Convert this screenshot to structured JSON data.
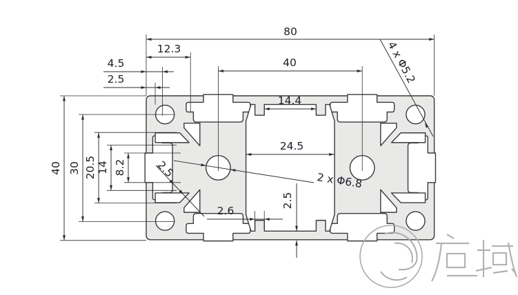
{
  "drawing": {
    "subject": "aluminum-extrusion-profile-cross-section",
    "profile_size": "40x80"
  },
  "dimensions": {
    "width_total": "80",
    "top_slot_offset": "12.3",
    "corner_hole_offset": "4.5",
    "wall_thickness": "2.5",
    "center_distance": "40",
    "cavity_opening": "14.4",
    "cavity_width": "24.5",
    "corner_holes": "4 x Φ5.2",
    "center_holes": "2 x Φ6.8",
    "height_total": "40",
    "corner_hole_spacing": "30",
    "side_cavity_outer": "20.5",
    "side_cavity_width": "14",
    "side_slot_opening": "8.2",
    "web_thickness": "2.5",
    "lip_width": "2.6",
    "bottom_wall_thickness": "2.5"
  },
  "logo": {
    "text": "启域",
    "mark": "q-swirl-logo"
  },
  "colors": {
    "profile_fill": "#e9e9e8",
    "outline": "#3a3a3a",
    "dimension_line": "#2b2b2b",
    "dimension_text": "#1e1e28",
    "watermark": "#ababab"
  }
}
